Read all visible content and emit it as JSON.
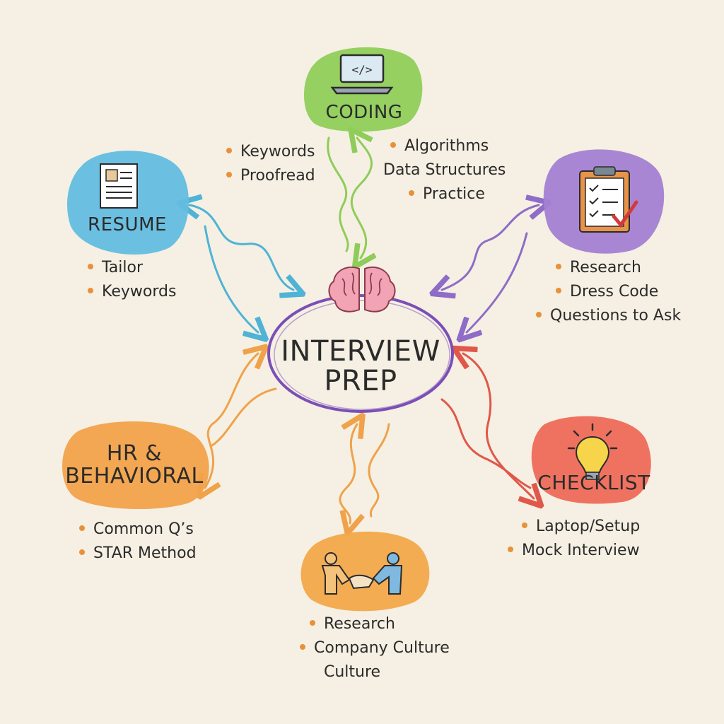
{
  "center": {
    "title_line1": "INTERVIEW",
    "title_line2": "PREP",
    "icon": "brain-icon"
  },
  "nodes": {
    "coding": {
      "label": "CODING",
      "icon": "laptop-code-icon",
      "color": "#8fce5a"
    },
    "resume": {
      "label": "RESUME",
      "icon": "resume-document-icon",
      "color": "#63bde0"
    },
    "research": {
      "icon": "clipboard-checklist-icon",
      "color": "#a47fd2"
    },
    "hr": {
      "label_line1": "HR &",
      "label_line2": "BEHAVIORAL",
      "icon": "",
      "color": "#f2a24b"
    },
    "culture": {
      "icon": "handshake-icon",
      "color": "#f2a84a"
    },
    "checklist": {
      "label": "CHECKLIST",
      "icon": "lightbulb-icon",
      "color": "#ee6a58"
    }
  },
  "lists": {
    "coding_left": [
      "Keywords",
      "Proofread"
    ],
    "coding_right": [
      "Algorithms",
      "Data Structures",
      "Practice"
    ],
    "resume": [
      "Tailor",
      "Keywords"
    ],
    "research": [
      "Research",
      "Dress Code",
      "Questions to Ask"
    ],
    "hr": [
      "Common Q’s",
      "STAR Method"
    ],
    "checklist": [
      "Laptop/Setup",
      "Mock Interview"
    ],
    "culture": [
      "Research",
      "Company Culture",
      "Culture"
    ]
  }
}
